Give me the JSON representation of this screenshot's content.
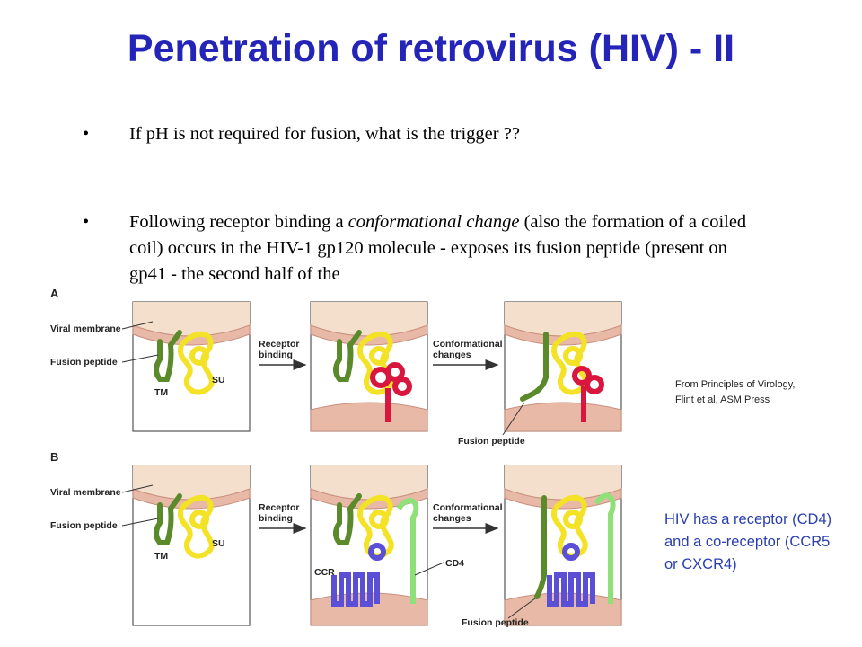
{
  "title": "Penetration of retrovirus (HIV) - II",
  "bullets": [
    {
      "marker": "•",
      "text": "If pH is not required for fusion, what is the trigger ??"
    },
    {
      "marker": "•",
      "text_before": "Following receptor binding a ",
      "text_emph": "conformational change",
      "text_after": " (also the formation of a coiled coil) occurs in the HIV-1 gp120 molecule - exposes its fusion peptide (present on gp41 - the second half of the"
    }
  ],
  "figure": {
    "panel_a": "A",
    "panel_b": "B",
    "viral_membrane": "Viral membrane",
    "fusion_peptide": "Fusion peptide",
    "tm": "TM",
    "su": "SU",
    "receptor_binding_1": "Receptor",
    "receptor_binding_2": "binding",
    "conformational_1": "Conformational",
    "conformational_2": "changes",
    "ccr": "CCR",
    "cd4": "CD4",
    "colors": {
      "membrane": "#e8b9a6",
      "membrane_stroke": "#c98f7e",
      "tm": "#5a8a2a",
      "su": "#f3e225",
      "receptor": "#d8163e",
      "ccr": "#5b4fd6",
      "cd4": "#8fe078"
    }
  },
  "credit_line1": "From Principles of Virology,",
  "credit_line2": "Flint et al, ASM Press",
  "note": "HIV has a receptor (CD4) and a co-receptor (CCR5 or CXCR4)"
}
